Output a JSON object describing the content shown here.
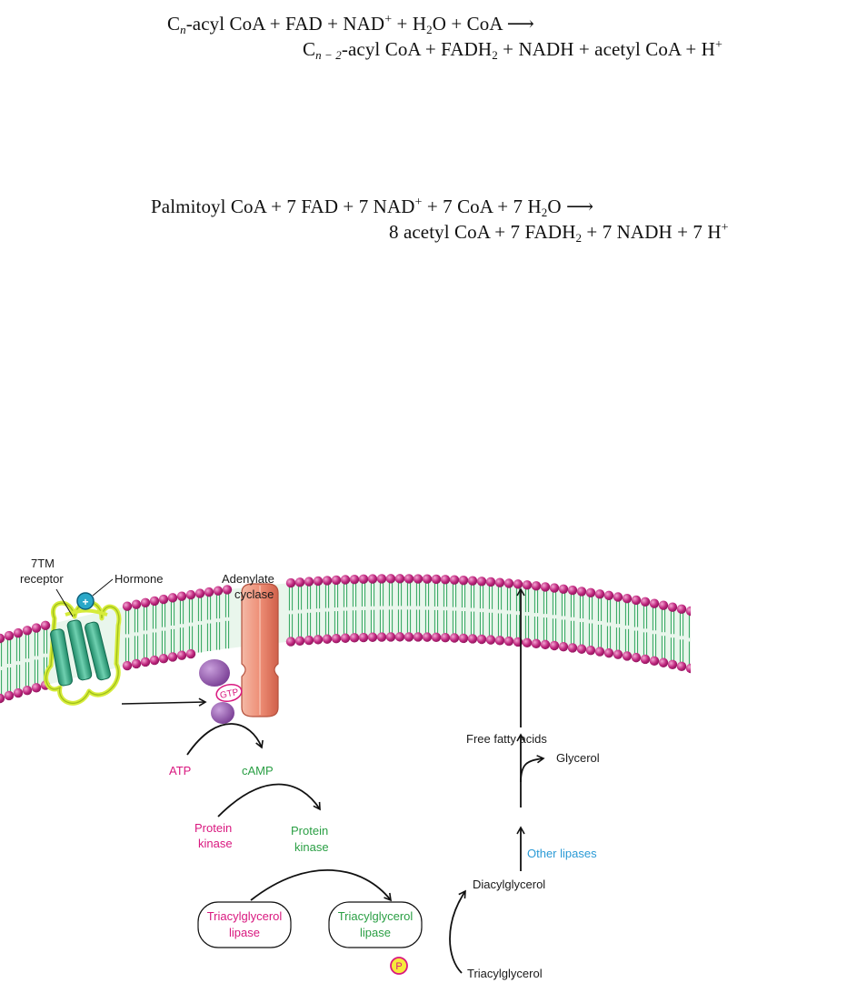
{
  "equation1": {
    "line1": {
      "p1": "C",
      "sub_n": "n",
      "p2": "-acyl CoA + FAD + NAD",
      "sup1": "+",
      "p3": " + H",
      "sub2": "2",
      "p4": "O + CoA ⟶"
    },
    "line2": {
      "p1": "C",
      "sub_n": "n − 2",
      "p2": "-acyl CoA + FADH",
      "sub2": "2",
      "p3": " + NADH + acetyl CoA + H",
      "sup1": "+"
    }
  },
  "equation2": {
    "line1": {
      "p1": "Palmitoyl CoA + 7 FAD + 7 NAD",
      "sup1": "+",
      "p2": " + 7 CoA + 7 H",
      "sub2": "2",
      "p3": "O ⟶"
    },
    "line2": {
      "p1": "8 acetyl CoA + 7 FADH",
      "sub2": "2",
      "p2": " + 7 NADH + 7 H",
      "sup1": "+"
    }
  },
  "diagram": {
    "receptor_line1": "7TM",
    "receptor_line2": "receptor",
    "hormone": "Hormone",
    "hormone_symbol": "+",
    "cyclase_line1": "Adenylate",
    "cyclase_line2": "cyclase",
    "gtp": "GTP",
    "atp": "ATP",
    "camp": "cAMP",
    "pk_inactive_1": "Protein",
    "pk_inactive_2": "kinase",
    "pk_active_1": "Protein",
    "pk_active_2": "kinase",
    "tgl_inactive_1": "Triacylglycerol",
    "tgl_inactive_2": "lipase",
    "tgl_active_1": "Triacylglycerol",
    "tgl_active_2": "lipase",
    "phosphate": "P",
    "triacylglycerol": "Triacylglycerol",
    "diacylglycerol": "Diacylglycerol",
    "other_lipases": "Other lipases",
    "glycerol": "Glycerol",
    "free_fatty_acids": "Free fatty acids",
    "colors": {
      "inactive": "#d9187f",
      "active": "#2a9f44",
      "lipase_label": "#2a9ad6",
      "lipid_head": "#c0277f",
      "lipid_tail": "#2aa35a",
      "receptor": "#2aa37a",
      "cyclase": "#e8826a",
      "g_protein": "#8a55a2"
    }
  }
}
